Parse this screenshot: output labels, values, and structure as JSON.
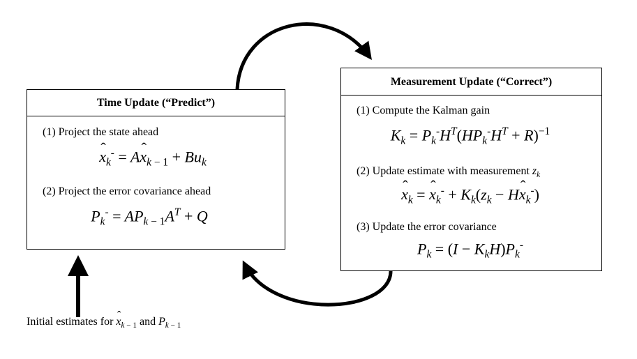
{
  "time_update": {
    "title": "Time Update (“Predict”)",
    "step1": "(1) Project the state ahead",
    "step2": "(2) Project the error covariance ahead"
  },
  "measurement_update": {
    "title": "Measurement Update (“Correct”)",
    "step1": "(1) Compute the Kalman gain",
    "step2": "(2) Update estimate with measurement",
    "step3": "(3) Update the error covariance"
  },
  "initial": {
    "prefix": "Initial estimates for",
    "and": "and"
  }
}
